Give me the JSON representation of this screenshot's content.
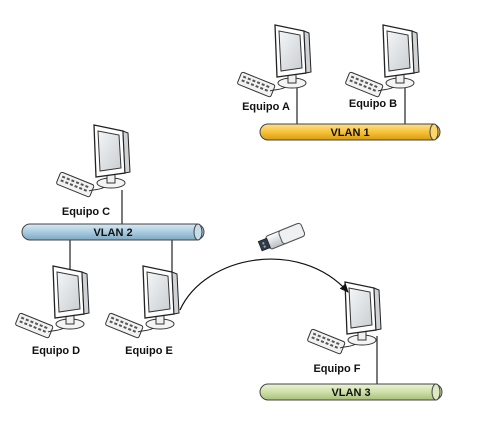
{
  "colors": {
    "vlan1": "#f7c23a",
    "vlan2": "#a9cbe0",
    "vlan3": "#cfe0a8",
    "line": "#222222",
    "monitor_frame": "#ffffff",
    "monitor_screen": "#dfe3e6"
  },
  "vlans": [
    {
      "id": "vlan1",
      "label": "VLAN 1"
    },
    {
      "id": "vlan2",
      "label": "VLAN 2"
    },
    {
      "id": "vlan3",
      "label": "VLAN 3"
    }
  ],
  "computers": [
    {
      "id": "a",
      "label": "Equipo A",
      "vlan": "VLAN 1"
    },
    {
      "id": "b",
      "label": "Equipo B",
      "vlan": "VLAN 1"
    },
    {
      "id": "c",
      "label": "Equipo C",
      "vlan": "VLAN 2"
    },
    {
      "id": "d",
      "label": "Equipo D",
      "vlan": "VLAN 2"
    },
    {
      "id": "e",
      "label": "Equipo E",
      "vlan": "VLAN 2"
    },
    {
      "id": "f",
      "label": "Equipo F",
      "vlan": "VLAN 3"
    }
  ],
  "usb": {
    "icon": "usb-drive-icon"
  },
  "transfer": {
    "from": "Equipo E",
    "to": "Equipo F"
  }
}
